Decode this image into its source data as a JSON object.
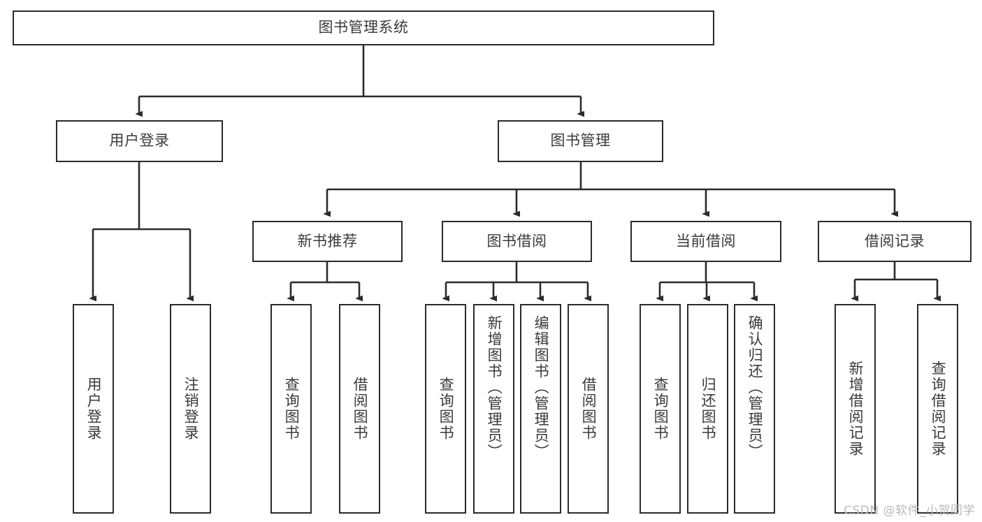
{
  "diagram": {
    "title": "图书管理系统",
    "type": "tree-hierarchy-chart",
    "colors": {
      "stroke": "#2b2b2b",
      "text": "#3a3a3a",
      "background": "#ffffff",
      "watermark": "#b9b9b9"
    },
    "nodes": {
      "root": {
        "label": "图书管理系统"
      },
      "level2": [
        {
          "label": "用户登录"
        },
        {
          "label": "图书管理"
        }
      ],
      "level3": [
        {
          "label": "新书推荐"
        },
        {
          "label": "图书借阅"
        },
        {
          "label": "当前借阅"
        },
        {
          "label": "借阅记录"
        }
      ],
      "leaves": [
        {
          "label": "用户登录"
        },
        {
          "label": "注销登录"
        },
        {
          "label": "查询图书"
        },
        {
          "label": "借阅图书"
        },
        {
          "label": "查询图书"
        },
        {
          "label": "新增图书（管理员）"
        },
        {
          "label": "编辑图书（管理员）"
        },
        {
          "label": "借阅图书"
        },
        {
          "label": "查询图书"
        },
        {
          "label": "归还图书"
        },
        {
          "label": "确认归还（管理员）"
        },
        {
          "label": "新增借阅记录"
        },
        {
          "label": "查询借阅记录"
        }
      ]
    }
  },
  "watermark": {
    "text": "CSDN @软件_小贺同学"
  }
}
